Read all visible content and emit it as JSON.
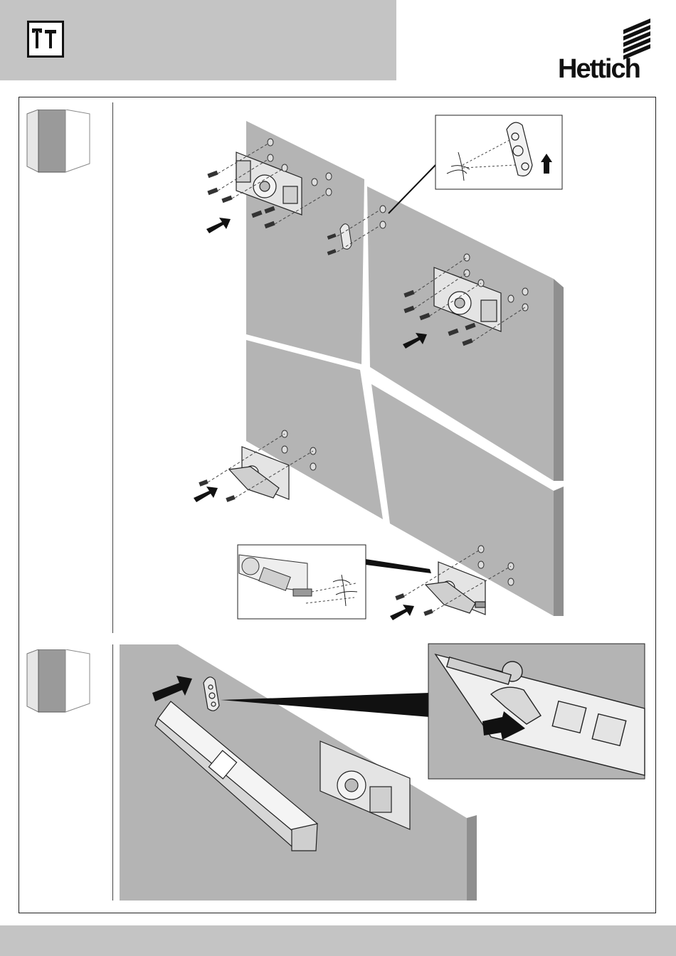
{
  "header": {
    "icon": "tools-icon",
    "brand": "Hettich"
  },
  "steps": [
    {
      "id": 1,
      "icon": "sliding-door-icon",
      "illustration": "mount-runners-to-doors"
    },
    {
      "id": 2,
      "icon": "sliding-door-icon",
      "illustration": "clip-damper-onto-door"
    }
  ],
  "colors": {
    "band": "#c4c4c4",
    "panel": "#b4b4b4",
    "outline": "#222222"
  }
}
